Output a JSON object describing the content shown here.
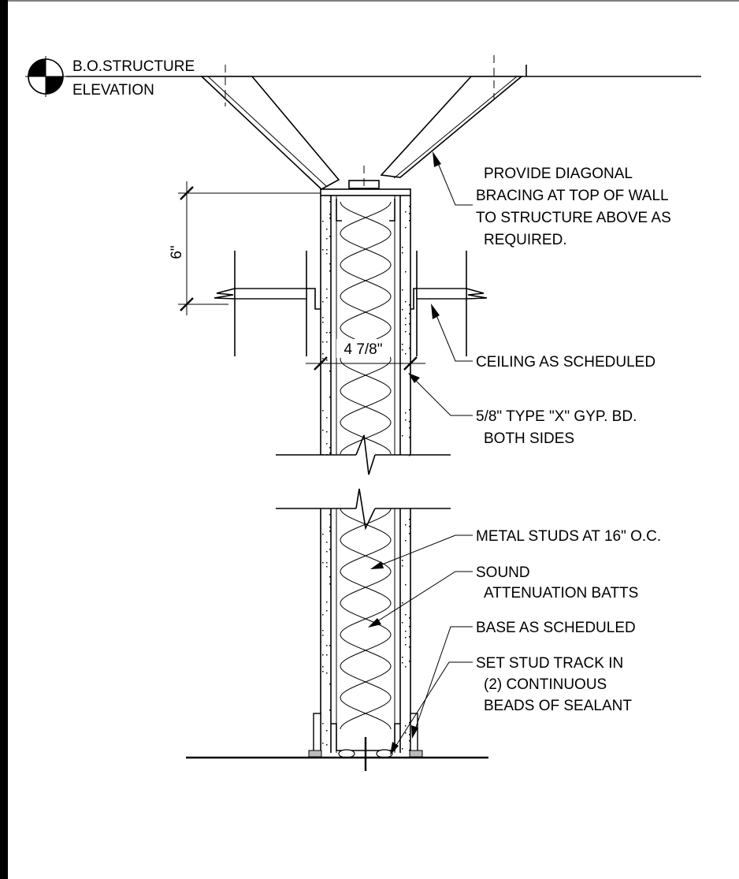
{
  "elevation_marker": {
    "line1": "B.O.STRUCTURE",
    "line2": "ELEVATION"
  },
  "dimensions": {
    "vertical": "6\"",
    "wall_width": "4 7/8\""
  },
  "notes": [
    {
      "lines": [
        "PROVIDE DIAGONAL",
        "BRACING AT TOP OF WALL",
        "TO STRUCTURE ABOVE AS",
        "REQUIRED."
      ]
    },
    {
      "lines": [
        "CEILING AS SCHEDULED"
      ]
    },
    {
      "lines": [
        "5/8\" TYPE \"X\" GYP. BD.",
        "BOTH SIDES"
      ]
    },
    {
      "lines": [
        "METAL STUDS AT 16\" O.C."
      ]
    },
    {
      "lines": [
        "SOUND",
        "ATTENUATION BATTS"
      ]
    },
    {
      "lines": [
        "BASE AS SCHEDULED"
      ]
    },
    {
      "lines": [
        "SET STUD TRACK IN",
        "(2) CONTINUOUS",
        "BEADS OF SEALANT"
      ]
    }
  ]
}
